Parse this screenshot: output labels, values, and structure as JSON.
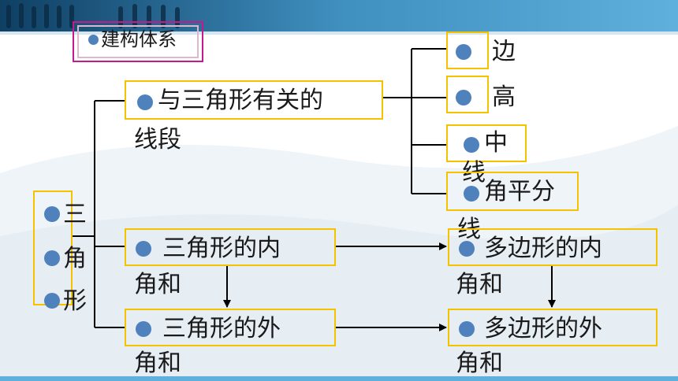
{
  "title": "建构体系",
  "root": [
    "三",
    "角",
    "形"
  ],
  "segment": {
    "line1": "与三角形有关的",
    "line2": "线段"
  },
  "edge": "边",
  "height": "高",
  "median": {
    "line1": "中",
    "line2": "线"
  },
  "bisector": {
    "line1": "角平分",
    "line2": "线"
  },
  "tri_interior": {
    "line1": "三角形的内",
    "line2": "角和"
  },
  "tri_exterior": {
    "line1": "三角形的外",
    "line2": "角和"
  },
  "poly_interior": {
    "line1": "多边形的内",
    "line2": "角和"
  },
  "poly_exterior": {
    "line1": "多边形的外",
    "line2": "角和"
  },
  "colors": {
    "box_border": "#f5c200",
    "title_border": "#c41a8e",
    "bullet": "#4f81bd",
    "line": "#000000"
  }
}
